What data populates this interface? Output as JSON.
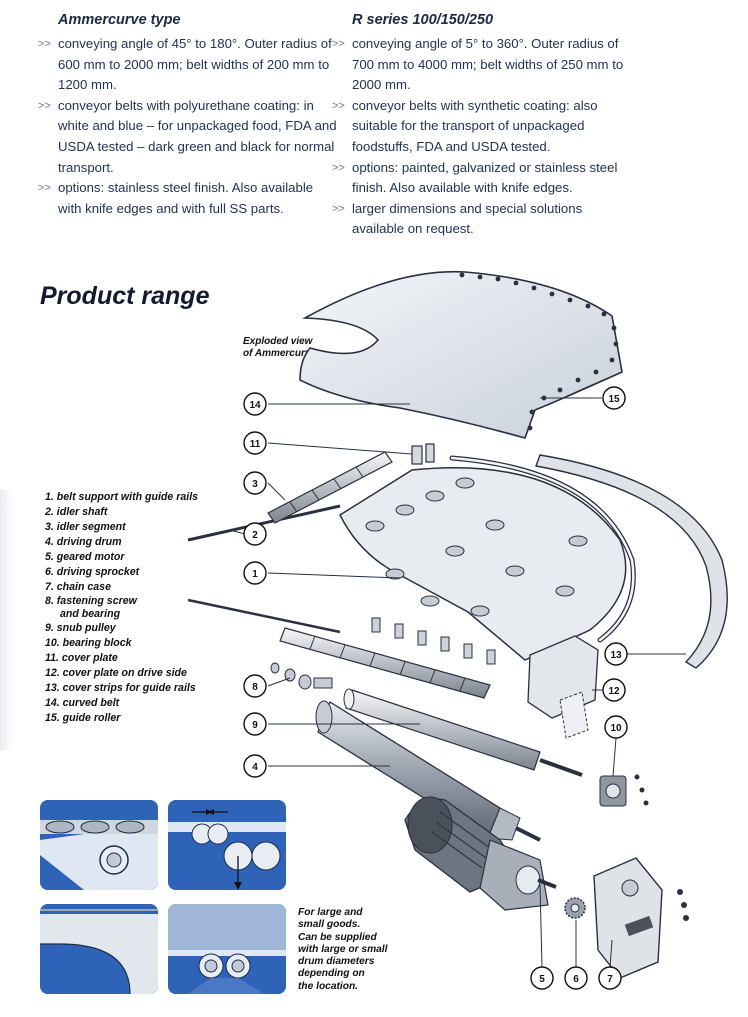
{
  "columns": [
    {
      "heading": "Ammercurve type",
      "items": [
        {
          "bullet": ">>",
          "text": "conveying angle of 45° to 180°. Outer radius of 600 mm to 2000 mm; belt widths of 200 mm to 1200 mm."
        },
        {
          "bullet": ">>",
          "text": "conveyor belts with polyurethane coating: in white and blue – for unpackaged food, FDA and USDA tested – dark green and black for normal transport."
        },
        {
          "bullet": ">>",
          "text": "options: stainless steel finish. Also available with knife edges and with full SS parts."
        }
      ]
    },
    {
      "heading": "R series 100/150/250",
      "items": [
        {
          "bullet": ">>",
          "text": "conveying angle of 5° to 360°. Outer radius of 700 mm to 4000 mm; belt widths of 250 mm to 2000 mm."
        },
        {
          "bullet": ">>",
          "text": "conveyor belts with synthetic coating: also suitable for the transport of unpackaged foodstuffs, FDA and USDA tested."
        },
        {
          "bullet": ">>",
          "text": "options: painted, galvanized or stainless steel finish. Also available with knife edges."
        },
        {
          "bullet": ">>",
          "text": "larger dimensions and special solutions available on request."
        }
      ]
    }
  ],
  "product_range_title": "Product range",
  "diagram_caption": [
    "Exploded view",
    "of Ammercurve"
  ],
  "legend": [
    "1. belt support with guide rails",
    "2. idler shaft",
    "3. idler segment",
    "4. driving drum",
    "5. geared motor",
    "6. driving sprocket",
    "7. chain case",
    "8. fastening screw",
    "and bearing",
    "9. snub pulley",
    "10. bearing block",
    "11. cover plate",
    "12. cover plate on drive side",
    "13. cover strips for guide rails",
    "14. curved belt",
    "15. guide roller"
  ],
  "callout_numbers": [
    "14",
    "15",
    "11",
    "3",
    "2",
    "1",
    "13",
    "8",
    "12",
    "9",
    "10",
    "4",
    "5",
    "6",
    "7"
  ],
  "note": [
    "For large and",
    "small goods.",
    "Can be supplied",
    "with large or small",
    "drum diameters",
    "depending on",
    "the location."
  ],
  "colors": {
    "thumb_blue": "#2f63b8",
    "text_navy": "#1a2a44"
  }
}
